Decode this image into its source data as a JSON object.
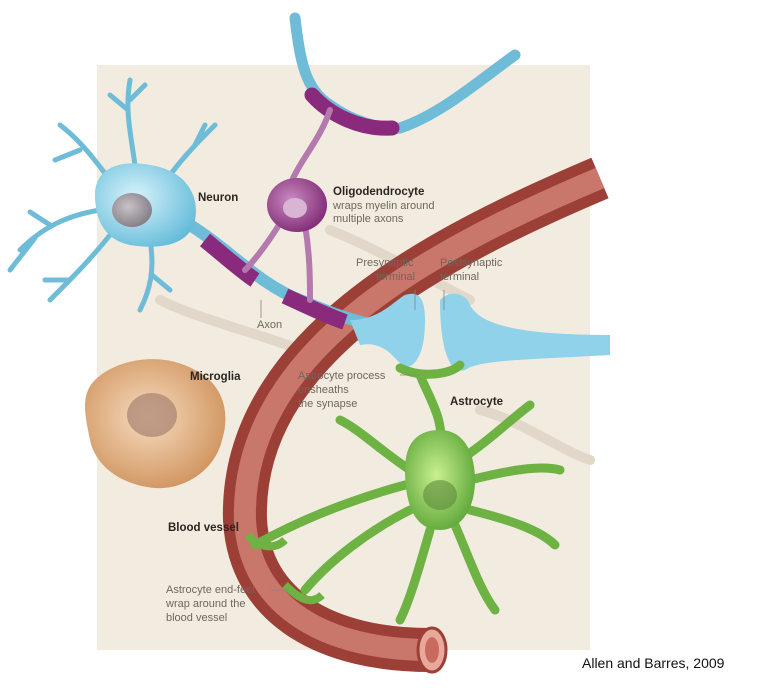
{
  "labels": {
    "neuron": "Neuron",
    "oligodendrocyte": "Oligodendrocyte",
    "oligo_desc_1": "wraps myelin around",
    "oligo_desc_2": "multiple axons",
    "presynaptic_1": "Presynaptic",
    "presynaptic_2": "terminal",
    "postsynaptic_1": "Postsynaptic",
    "postsynaptic_2": "terminal",
    "axon": "Axon",
    "microglia": "Microglia",
    "astro_process_1": "Astrocyte process",
    "astro_process_2": "ensheaths",
    "astro_process_3": "the synapse",
    "astrocyte": "Astrocyte",
    "blood_vessel": "Blood vessel",
    "endfeet_1": "Astrocyte end-feet",
    "endfeet_2": "wrap around the",
    "endfeet_3": "blood vessel"
  },
  "citation": "Allen and Barres, 2009",
  "colors": {
    "panel": "#f2ebdf",
    "neuron": "#8fd2ea",
    "myelin": "#8a2a7c",
    "vessel": "#b4554a",
    "astrocyte": "#7cc04a",
    "microglia": "#e0a774"
  }
}
